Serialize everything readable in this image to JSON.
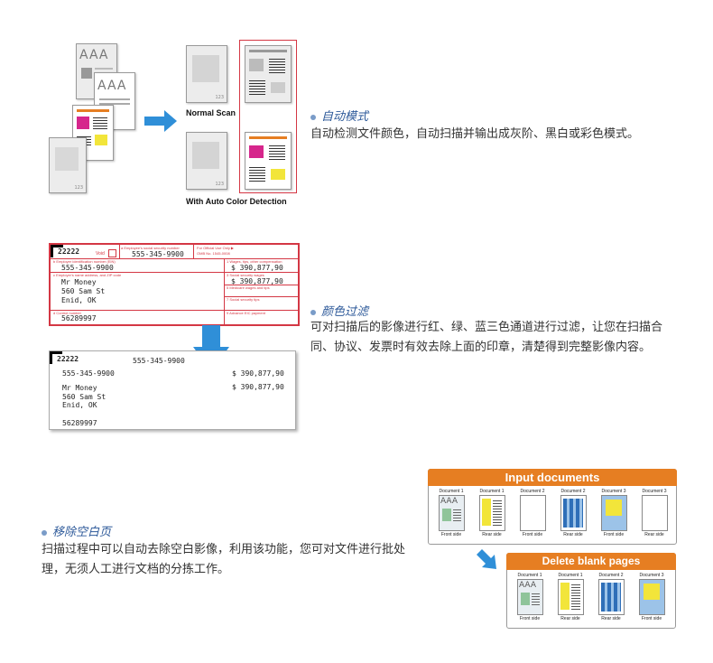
{
  "features": [
    {
      "title": "自动模式",
      "desc": "自动检测文件颜色，自动扫描并输出成灰阶、黑白或彩色模式。"
    },
    {
      "title": "颜色过滤",
      "desc": "可对扫描后的影像进行红、绿、蓝三色通道进行过滤，让您在扫描合同、协议、发票时有效去除上面的印章，清楚得到完整影像内容。"
    },
    {
      "title": "移除空白页",
      "desc": "扫描过程中可以自动去除空白影像，利用该功能，您可对文件进行批处理，无须人工进行文档的分拣工作。"
    }
  ],
  "figure1": {
    "aaa": "AAA",
    "page_number": "123",
    "normal_scan_label": "Normal Scan",
    "auto_color_label": "With Auto Color Detection"
  },
  "figure2": {
    "form_code": "22222",
    "void_label": "Void",
    "ssn_label": "a Employee's social security number",
    "ssn": "555-345-9900",
    "official_label": "For Official Use Only ▶",
    "omb_label": "OMB No. 1545-0008",
    "ein_label": "b Employer identification number (EIN)",
    "ein": "555-345-9900",
    "wages_label": "1 Wages, tips, other compensation",
    "wages": "$ 390,877,90",
    "name_label": "c Employer's name address, and ZIP code",
    "ss_wages_label": "3 Social security wages",
    "ss_wages": "$ 390,877,90",
    "medicare_label": "5 Medicare wages and tips",
    "ss_tips_label": "7 Social security tips",
    "name": "Mr Money",
    "addr1": "560 Sam St",
    "addr2": "Enid, OK",
    "control_label": "d Control number",
    "control": "56289997",
    "eic_label": "9 Advance EIC payment"
  },
  "figure3": {
    "input_title": "Input documents",
    "delete_title": "Delete blank pages",
    "input_docs": [
      {
        "name": "Document 1",
        "side": "Front side"
      },
      {
        "name": "Document 1",
        "side": "Rear side"
      },
      {
        "name": "Document 2",
        "side": "Front side"
      },
      {
        "name": "Document 2",
        "side": "Rear side"
      },
      {
        "name": "Document 3",
        "side": "Front side"
      },
      {
        "name": "Document 3",
        "side": "Rear side"
      }
    ],
    "output_docs": [
      {
        "name": "Document 1",
        "side": "Front side"
      },
      {
        "name": "Document 1",
        "side": "Rear side"
      },
      {
        "name": "Document 2",
        "side": "Rear side"
      },
      {
        "name": "Document 3",
        "side": "Front side"
      }
    ],
    "aaa": "AAA"
  },
  "colors": {
    "red": "#d43744",
    "orange": "#e67e22",
    "blue": "#2f8fd8",
    "magenta": "#d6268c",
    "yellow": "#f2e53a"
  }
}
